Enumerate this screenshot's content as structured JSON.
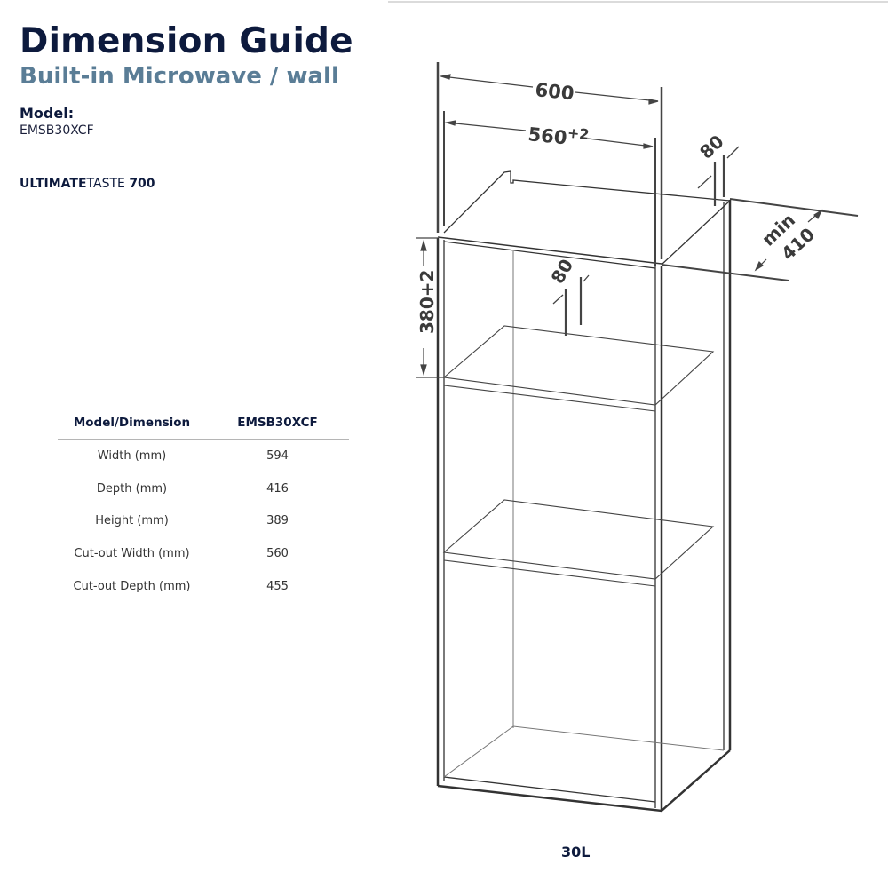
{
  "header": {
    "title": "Dimension Guide",
    "subtitle": "Built-in Microwave / wall",
    "model_label": "Model:",
    "model_value": "EMSB30XCF",
    "series_bold": "ULTIMATE",
    "series_regular": "TASTE",
    "series_number": "700"
  },
  "table": {
    "headers": [
      "Model/Dimension",
      "EMSB30XCF"
    ],
    "rows": [
      {
        "label": "Width (mm)",
        "value": "594"
      },
      {
        "label": "Depth (mm)",
        "value": "416"
      },
      {
        "label": "Height (mm)",
        "value": "389"
      },
      {
        "label": "Cut-out Width (mm)",
        "value": "560"
      },
      {
        "label": "Cut-out Depth (mm)",
        "value": "455"
      }
    ]
  },
  "diagram": {
    "dim_600": "600",
    "dim_560": "560",
    "dim_560_tol": "+2",
    "dim_80_top": "80",
    "dim_80_inner": "80",
    "dim_min": "min",
    "dim_410": "410",
    "dim_380": "380+2"
  },
  "footer": {
    "capacity": "30L"
  }
}
